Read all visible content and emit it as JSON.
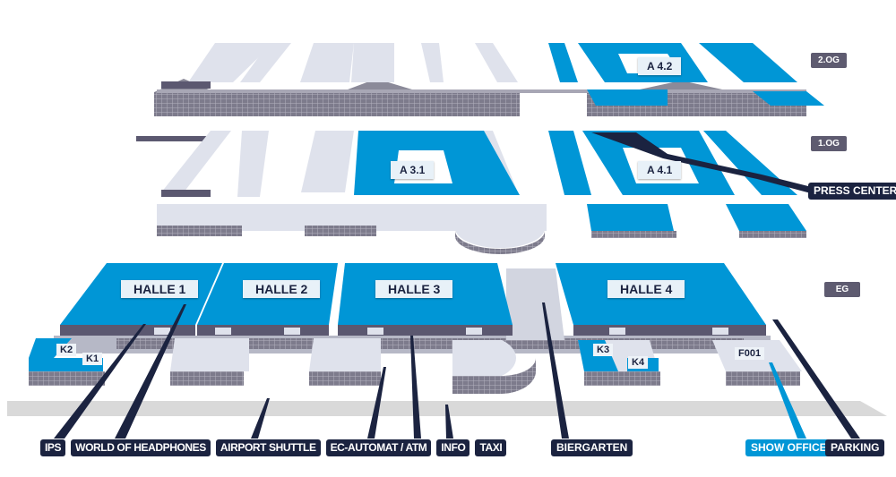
{
  "colors": {
    "blue": "#0096d6",
    "navy": "#1b2340",
    "side": "#5b5870",
    "light": "#dfe2ec",
    "grid": "#8b8a99",
    "street": "#d9d9d9",
    "badge": "#5e5b70"
  },
  "levels": {
    "og2": "2.OG",
    "og1": "1.OG",
    "eg": "EG"
  },
  "halls": {
    "a42": "A 4.2",
    "a31": "A 3.1",
    "a41": "A 4.1",
    "h1": "HALLE 1",
    "h2": "HALLE 2",
    "h3": "HALLE 3",
    "h4": "HALLE 4"
  },
  "rooms": {
    "k1": "K1",
    "k2": "K2",
    "k3": "K3",
    "k4": "K4",
    "f001": "F001"
  },
  "callouts": {
    "press": "PRESS CENTER",
    "ips": "IPS",
    "woh": "WORLD OF HEADPHONES",
    "shuttle": "AIRPORT SHUTTLE",
    "atm": "EC-AUTOMAT / ATM",
    "info": "INFO",
    "taxi": "TAXI",
    "bier": "BIERGARTEN",
    "show": "SHOW OFFICE",
    "parking": "PARKING"
  }
}
